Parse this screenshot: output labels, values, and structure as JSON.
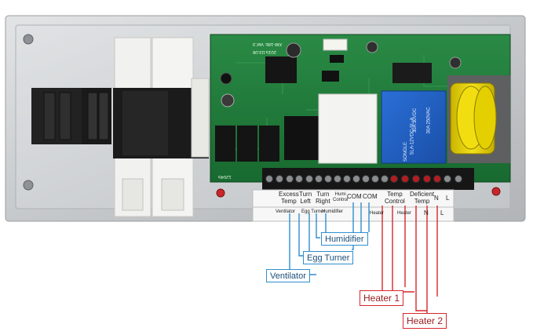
{
  "terminal_labels": {
    "excess_temp": "Excess\nTemp",
    "turn_left": "Turn\nLeft",
    "turn_right": "Turn\nRight",
    "humidify_control": "Humi\nControl",
    "com1": "COM",
    "com2": "COM",
    "temp_control": "Temp\nControl",
    "deficient_temp": "Deficient\nTemp",
    "n": "N",
    "l": "L",
    "ventilator_small": "Ventilator",
    "egg_turner_small": "Egg Turner",
    "humidifier_small": "Humidifier",
    "heater_small_1": "Heater",
    "heater_small_2": "Heater",
    "n_small": "N",
    "l_small": "L"
  },
  "pcb_print": {
    "model": "XM-18E Ver:3",
    "date": "2015.03.08",
    "relay_brand": "SONGLE",
    "relay_model": "SLA-12VDC-SL-A",
    "relay_rating_1": "30A 250VAC",
    "relay_rating_2": "30A 30VDC",
    "silk_code": "12045"
  },
  "callouts": {
    "humidifier": "Humidifier",
    "egg_turner": "Egg Turner",
    "ventilator": "Ventilator",
    "heater1": "Heater 1",
    "heater2": "Heater 2"
  },
  "colors": {
    "blue_wire": "#2f8ed0",
    "red_wire": "#d9262b",
    "pcb_green": "#1f7a3a",
    "panel_grey": "#c9ccce"
  }
}
